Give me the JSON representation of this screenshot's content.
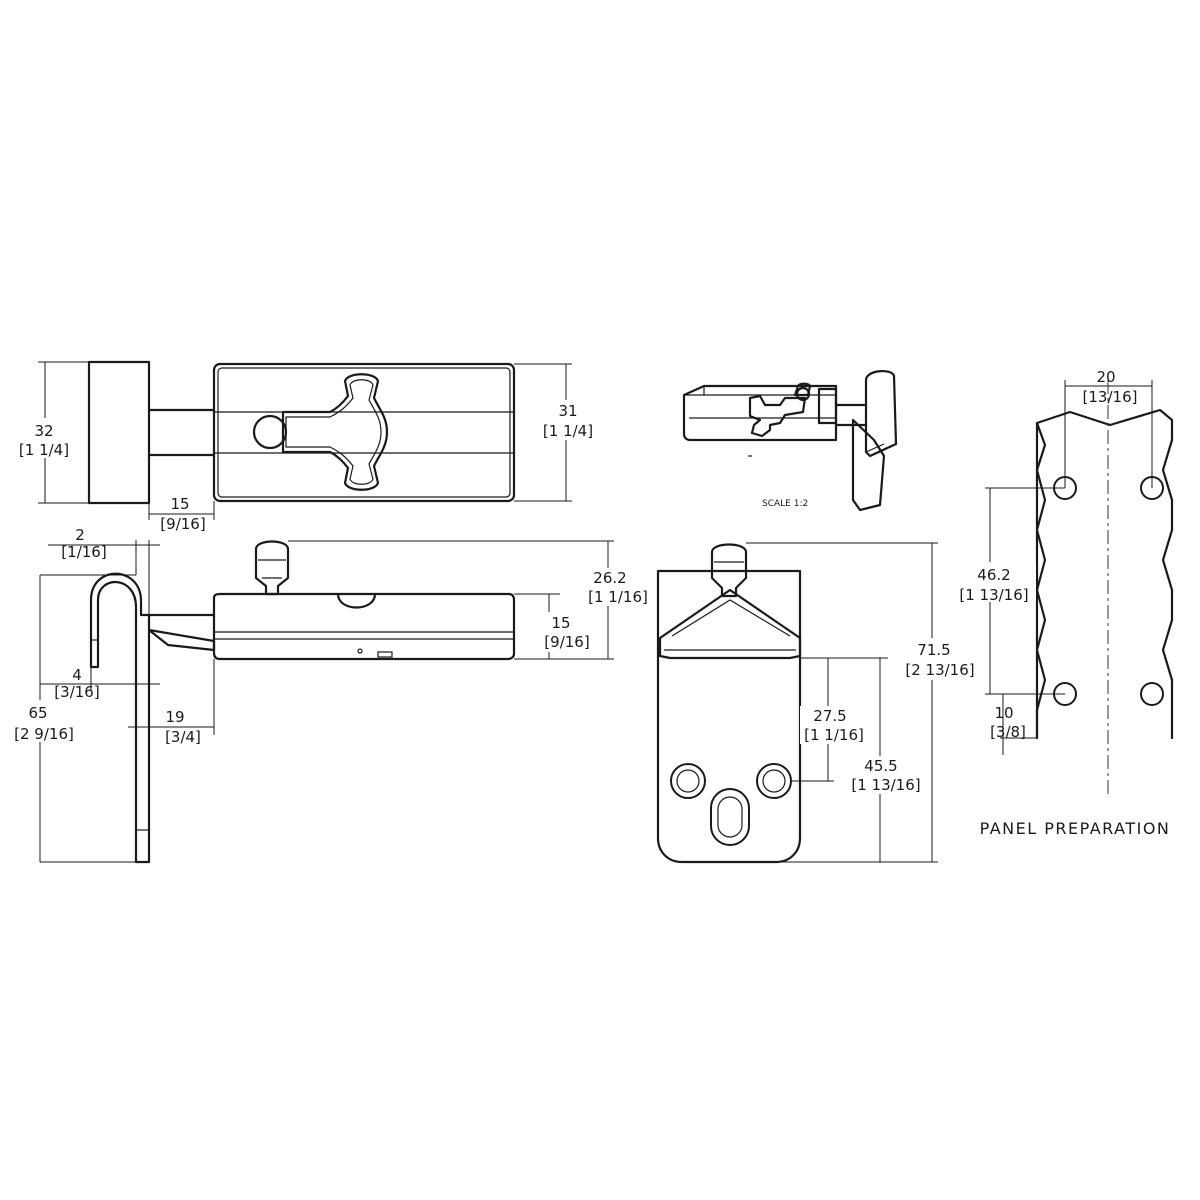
{
  "views": {
    "top": {
      "dim_height_left": "32",
      "dim_height_left_in": "[1  1/4]",
      "dim_height_right": "31",
      "dim_height_right_in": "[1  1/4]",
      "dim_gap": "15",
      "dim_gap_in": "[9/16]"
    },
    "side": {
      "dim_thickness": "2",
      "dim_thickness_in": "[1/16]",
      "dim_hook": "4",
      "dim_hook_in": "[3/16]",
      "dim_height": "65",
      "dim_height_in": "[2  9/16]",
      "dim_offset": "19",
      "dim_offset_in": "[3/4]",
      "dim_total": "26.2",
      "dim_total_in": "[1  1/16]",
      "dim_body": "15",
      "dim_body_in": "[9/16]"
    },
    "iso": {
      "scale_label": "SCALE  1:2"
    },
    "front": {
      "dim_total": "71.5",
      "dim_total_in": "[2  13/16]",
      "dim_hole_spacing": "27.5",
      "dim_hole_spacing_in": "[1  1/16]",
      "dim_hole_height": "45.5",
      "dim_hole_height_in": "[1  13/16]"
    },
    "panel": {
      "title": "PANEL PREPARATION",
      "dim_width": "20",
      "dim_width_in": "[13/16]",
      "dim_spacing": "46.2",
      "dim_spacing_in": "[1  13/16]",
      "dim_bottom": "10",
      "dim_bottom_in": "[3/8]"
    }
  }
}
